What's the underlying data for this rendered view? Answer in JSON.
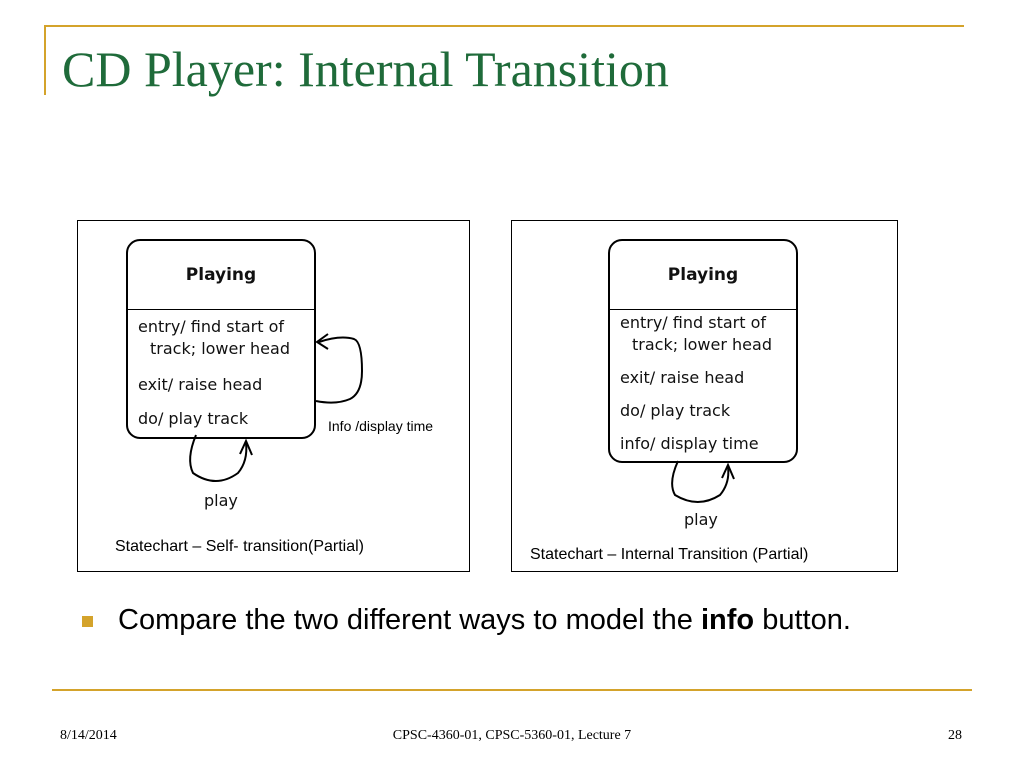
{
  "slide": {
    "title": "CD Player: Internal Transition"
  },
  "diagrams": {
    "left": {
      "state_name": "Playing",
      "actions": [
        "entry/ find start of",
        "track; lower head",
        "exit/ raise head",
        "do/ play track"
      ],
      "self_transition_label": "Info /display time",
      "play_label": "play",
      "caption": "Statechart – Self- transition(Partial)"
    },
    "right": {
      "state_name": "Playing",
      "actions": [
        "entry/ find start of",
        "track; lower head",
        "exit/ raise head",
        "do/ play track",
        "info/ display time"
      ],
      "play_label": "play",
      "caption": "Statechart – Internal Transition (Partial)"
    }
  },
  "bullet": {
    "text_before": "Compare the two different ways to model the ",
    "bold": "info",
    "text_after": " button."
  },
  "footer": {
    "date": "8/14/2014",
    "course": "CPSC-4360-01, CPSC-5360-01, Lecture 7",
    "page": "28"
  },
  "colors": {
    "title": "#1f6b3a",
    "accent": "#d4a32b"
  }
}
